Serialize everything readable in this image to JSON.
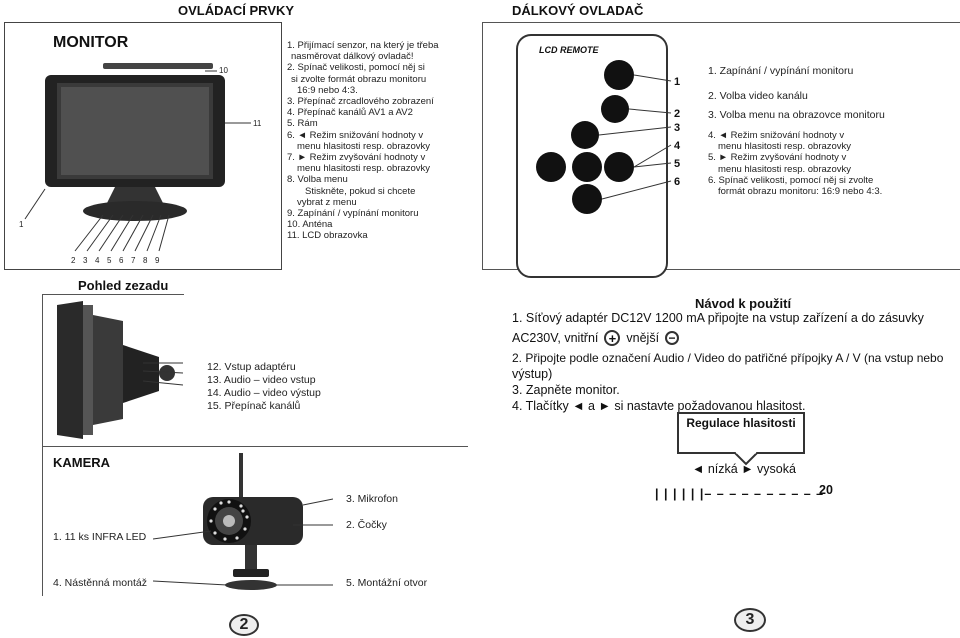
{
  "headers": {
    "controls": "OVLÁDACÍ PRVKY",
    "remote": "DÁLKOVÝ OVLADAČ",
    "bottom_view": "Pohled zezadu",
    "camera": "KAMERA",
    "instructions": "Návod k použití",
    "volume": "Regulace hlasitosti"
  },
  "monitor_image": {
    "title": "MONITOR",
    "callouts_right": [
      "10",
      "11"
    ],
    "callout_left": "1",
    "callouts_bottom": [
      "2",
      "3",
      "4",
      "5",
      "6",
      "7",
      "8",
      "9"
    ]
  },
  "monitor_items": [
    "1. Přijímací senzor, na který je třeba",
    "nasměrovat dálkový ovladač!",
    "2. Spínač velikosti, pomocí něj si",
    "si zvolte formát obrazu monitoru",
    "16:9 nebo 4:3.",
    "3. Přepínač zrcadlového zobrazení",
    "4. Přepínač kanálů AV1 a AV2",
    "5. Rám",
    "6. ◄ Režim snižování hodnoty v",
    "menu hlasitosti resp. obrazovky",
    "7. ► Režim zvyšování hodnoty v",
    "menu hlasitosti resp. obrazovky",
    "8. Volba menu",
    "Stiskněte, pokud si chcete",
    "vybrat z menu",
    "9. Zapínání / vypínání monitoru",
    "10. Anténa",
    "11. LCD obrazovka"
  ],
  "remote_image": {
    "title": "LCD REMOTE",
    "callouts": [
      "1",
      "2",
      "3",
      "4",
      "5",
      "6"
    ]
  },
  "remote_items": [
    "1. Zapínání / vypínání monitoru",
    "2. Volba video kanálu",
    "3. Volba menu na obrazovce monitoru",
    "4. ◄ Režim snižování hodnoty v",
    "menu hlasitosti resp. obrazovky",
    "5. ► Režim zvyšování hodnoty v",
    "menu hlasitosti resp. obrazovky",
    "6. Spínač velikosti, pomocí něj si zvolte",
    "formát obrazu monitoru: 16:9 nebo 4:3."
  ],
  "bottom_items": [
    "12. Vstup adaptéru",
    "13. Audio – video vstup",
    "14. Audio – video výstup",
    "15. Přepínač kanálů"
  ],
  "camera_labels": {
    "infra": "1. 11 ks INFRA LED",
    "wall": "4. Nástěnná montáž",
    "mic": "3. Mikrofon",
    "lens": "2. Čočky",
    "mount": "5. Montážní otvor"
  },
  "instructions": {
    "line1": "1. Síťový adaptér DC12V 1200 mA připojte na vstup zařízení a do zásuvky",
    "line2a": "AC230V, vnitřní",
    "line2b": "vnější",
    "line3": "2. Připojte podle označení Audio / Video do patřičné přípojky A / V (na vstup nebo",
    "line4": "výstup)",
    "line5": "3. Zapněte monitor.",
    "line6": "4. Tlačítky ◄ a ► si nastavte požadovanou hlasitost."
  },
  "volume": {
    "low_high": "◄ nízká ► vysoká",
    "bar": "| | | | | |– – – – – – – – – –",
    "level": "20"
  },
  "pages": {
    "left": "2",
    "right": "3"
  }
}
